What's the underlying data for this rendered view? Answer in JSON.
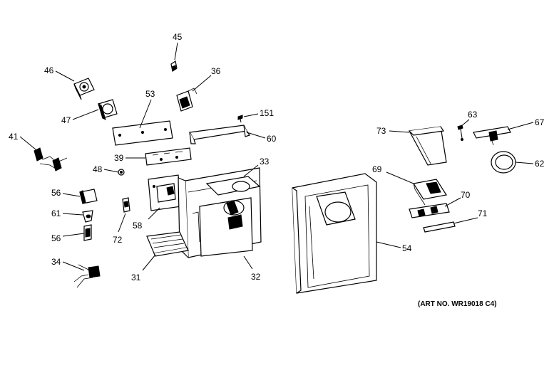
{
  "labels": {
    "p45": "45",
    "p46": "46",
    "p36": "36",
    "p53": "53",
    "p47": "47",
    "p151": "151",
    "p41": "41",
    "p60": "60",
    "p39": "39",
    "p33": "33",
    "p48": "48",
    "p56a": "56",
    "p61": "61",
    "p56b": "56",
    "p58": "58",
    "p72": "72",
    "p34": "34",
    "p31": "31",
    "p32": "32",
    "p73": "73",
    "p63": "63",
    "p67": "67",
    "p69": "69",
    "p62": "62",
    "p70": "70",
    "p71": "71",
    "p54": "54"
  },
  "art_number": "(ART NO. WR19018 C4)"
}
